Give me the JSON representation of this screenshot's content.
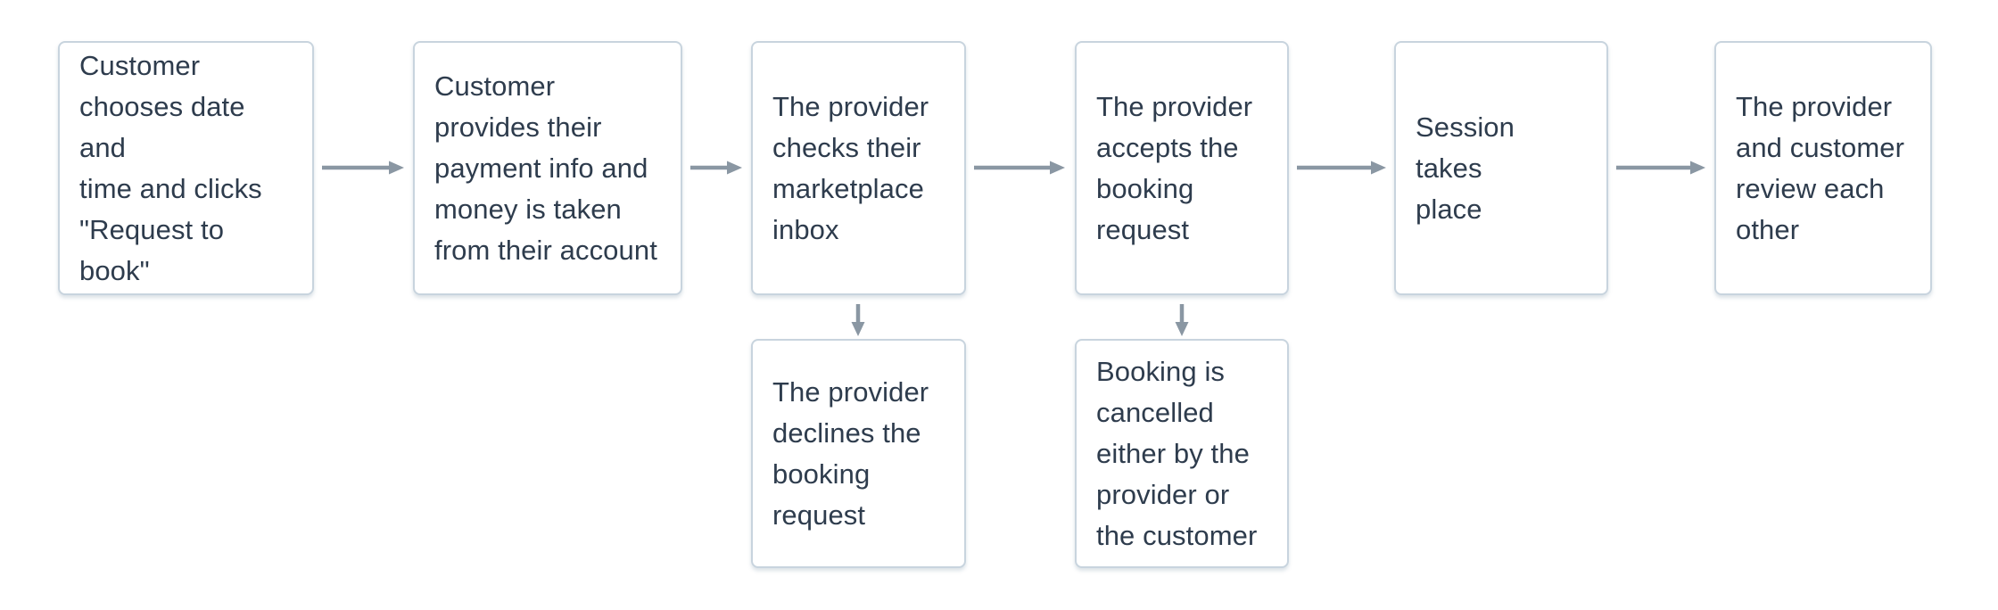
{
  "diagram": {
    "type": "flowchart",
    "description": "Marketplace booking flow",
    "steps": [
      {
        "id": "step-1",
        "text": "Customer\nchooses date and\ntime and clicks\n\"Request to\nbook\""
      },
      {
        "id": "step-2",
        "text": "Customer\nprovides their\npayment info and\nmoney is taken\nfrom their account"
      },
      {
        "id": "step-3",
        "text": "The provider\nchecks their\nmarketplace\ninbox"
      },
      {
        "id": "step-4",
        "text": "The provider\naccepts the\nbooking\nrequest"
      },
      {
        "id": "step-5",
        "text": "Session takes\nplace"
      },
      {
        "id": "step-6",
        "text": "The provider\nand customer\nreview each\nother"
      }
    ],
    "branches": [
      {
        "id": "branch-decline",
        "from": "step-3",
        "text": "The provider\ndeclines the\nbooking\nrequest"
      },
      {
        "id": "branch-cancel",
        "from": "step-4",
        "text": "Booking is\ncancelled\neither by the\nprovider or\nthe customer"
      }
    ],
    "connections": [
      {
        "from": "step-1",
        "to": "step-2",
        "direction": "right"
      },
      {
        "from": "step-2",
        "to": "step-3",
        "direction": "right"
      },
      {
        "from": "step-3",
        "to": "step-4",
        "direction": "right"
      },
      {
        "from": "step-4",
        "to": "step-5",
        "direction": "right"
      },
      {
        "from": "step-5",
        "to": "step-6",
        "direction": "right"
      },
      {
        "from": "step-3",
        "to": "branch-decline",
        "direction": "down"
      },
      {
        "from": "step-4",
        "to": "branch-cancel",
        "direction": "down"
      }
    ],
    "colors": {
      "background": "#ffffff",
      "box_fill": "#ffffff",
      "box_border": "#c8d4de",
      "text": "#2e3c4d",
      "arrow": "#8a97a3"
    }
  }
}
